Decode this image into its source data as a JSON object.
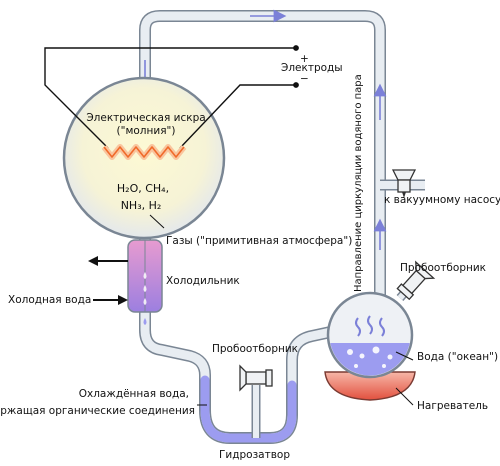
{
  "labels": {
    "electrodes": "Электроды",
    "plus": "+",
    "minus": "−",
    "spark_line1": "Электрическая искра",
    "spark_line2": "(\"молния\")",
    "formula_line1": "H₂O, CH₄,",
    "formula_line2": "NH₃, H₂",
    "gases": "Газы (\"примитивная атмосфера\")",
    "condenser": "Холодильник",
    "cold_water": "Холодная вода",
    "sampler_left": "Пробоотборник",
    "cooled_water_line1": "Охлаждённая вода,",
    "cooled_water_line2": "содержащая органические соединения",
    "trap": "Гидрозатвор",
    "vapor_circulation": "Направление циркуляции водяного пара",
    "vacuum_pump": "к вакуумному насосу",
    "sampler_right": "Пробоотборник",
    "ocean": "Вода (\"океан\")",
    "heater": "Нагреватель"
  },
  "colors": {
    "tube_fill": "#e8edf2",
    "tube_stroke": "#7a8694",
    "water": "#9c9cf0",
    "glow": "#fbf6c8",
    "spark": "#f06a2a",
    "arrow": "#7b80d8",
    "condenser": "#d87fc0",
    "heater": "#e65c4a"
  }
}
